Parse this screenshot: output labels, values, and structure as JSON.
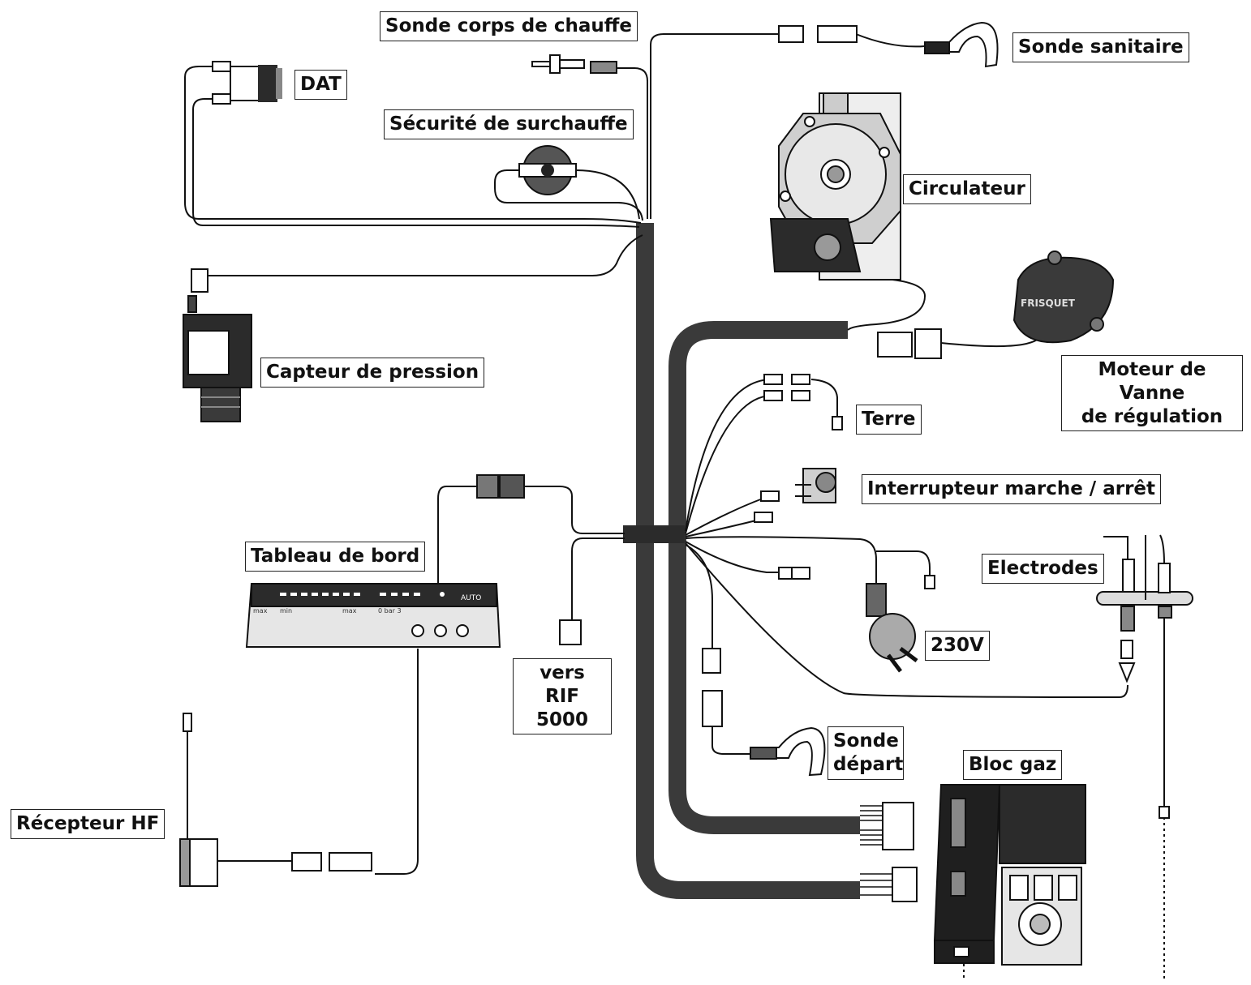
{
  "labels": {
    "sonde_corps": "Sonde corps de chauffe",
    "dat": "DAT",
    "securite": "Sécurité de surchauffe",
    "sonde_sanitaire": "Sonde sanitaire",
    "circulateur": "Circulateur",
    "capteur_pression": "Capteur de pression",
    "moteur_vanne_1": "Moteur de Vanne",
    "moteur_vanne_2": "de régulation",
    "terre": "Terre",
    "interrupteur": "Interrupteur marche / arrêt",
    "tableau_bord": "Tableau de bord",
    "electrodes": "Electrodes",
    "v230": "230V",
    "vers_1": "vers",
    "vers_2": "RIF 5000",
    "sonde_depart_1": "Sonde",
    "sonde_depart_2": "départ",
    "bloc_gaz": "Bloc gaz",
    "recepteur_hf": "Récepteur HF"
  },
  "device_text": {
    "brand": "FRISQUET",
    "panel_auto": "AUTO",
    "panel_max": "max",
    "panel_min": "min",
    "panel_max2": "max",
    "panel_bar": "0   bar   3"
  },
  "colors": {
    "harness": "#3a3a3a",
    "wire": "#111111",
    "component_dark": "#2b2b2b",
    "component_mid": "#8a8a8a",
    "component_light": "#e6e6e6"
  }
}
